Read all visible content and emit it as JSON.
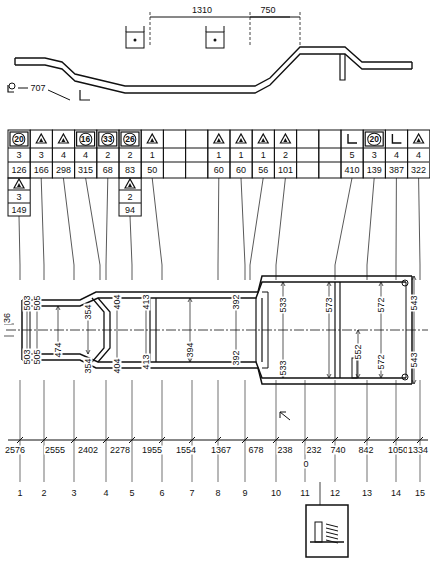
{
  "diagram": {
    "labels": [
      "707",
      "1310",
      "750",
      "20",
      "16",
      "33",
      "26",
      "20",
      "3",
      "3",
      "4",
      "4",
      "2",
      "2",
      "1",
      "1",
      "1",
      "1",
      "2",
      "5",
      "3",
      "4",
      "4",
      "126",
      "166",
      "298",
      "315",
      "68",
      "83",
      "50",
      "60",
      "60",
      "56",
      "101",
      "410",
      "139",
      "387",
      "322",
      "3",
      "149",
      "2",
      "94",
      "36",
      "503",
      "505",
      "503",
      "505",
      "474",
      "354",
      "354",
      "404",
      "404",
      "413",
      "413",
      "394",
      "392",
      "392",
      "533",
      "533",
      "573",
      "552",
      "572",
      "572",
      "543",
      "543",
      "2576",
      "2555",
      "2402",
      "2278",
      "1955",
      "1554",
      "1367",
      "678",
      "238",
      "232",
      "740",
      "842",
      "1050",
      "1334",
      "0",
      "1",
      "2",
      "3",
      "4",
      "5",
      "6",
      "7",
      "8",
      "9",
      "10",
      "11",
      "12",
      "13",
      "14",
      "15"
    ]
  }
}
